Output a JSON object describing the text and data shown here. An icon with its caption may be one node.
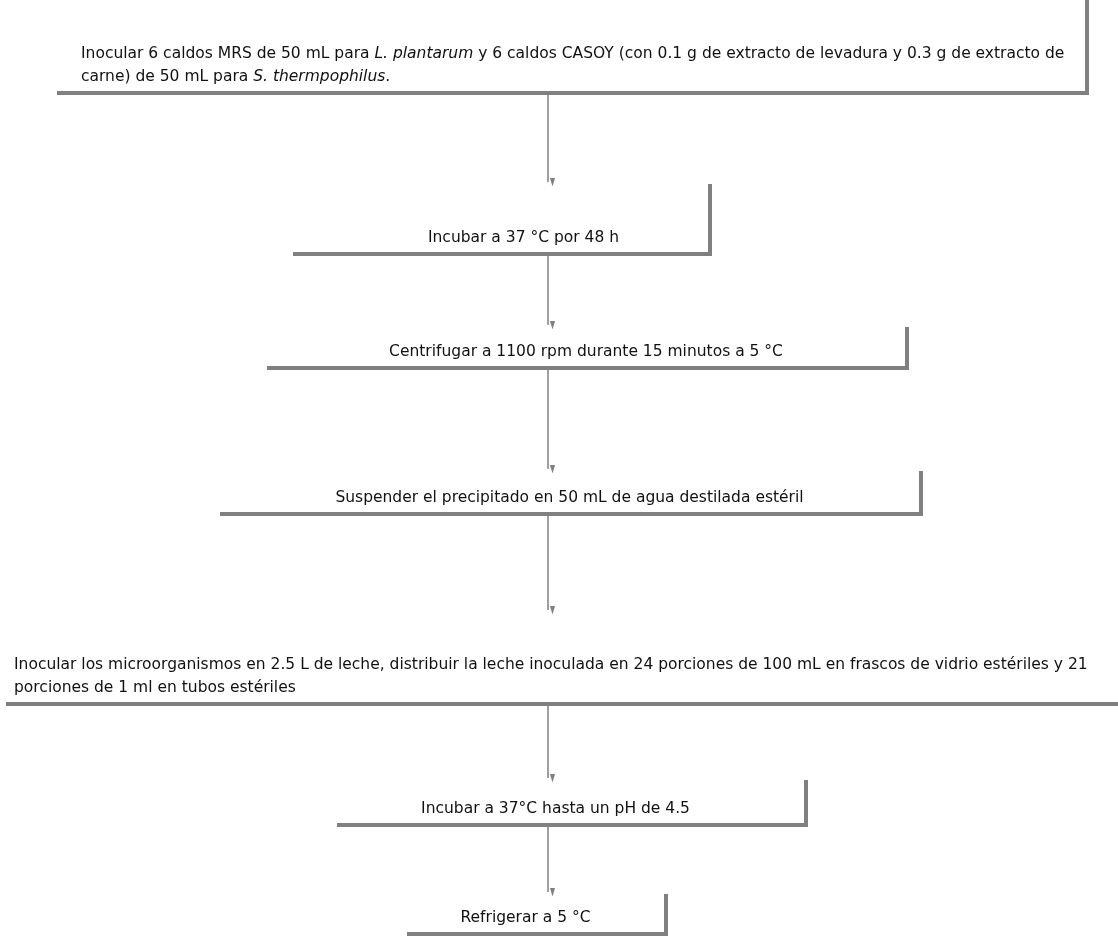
{
  "diagram": {
    "nodes": [
      {
        "text": [
          "Inocular 6 caldos MRS de 50 mL para *L. plantarum* y 6 caldos CASOY (con 0.1 g de extracto de levadura y 0.3 g de extracto de carne) de 50 mL para *S. thermpophilus*."
        ]
      },
      {
        "text": [
          "Incubar a 37 °C por 48 h"
        ]
      },
      {
        "text": [
          "Centrifugar a 1100 rpm durante 15 minutos a 5 °C"
        ]
      },
      {
        "text": [
          "Suspender el precipitado en 50 mL de agua destilada estéril"
        ]
      },
      {
        "text": [
          "Inocular los microorganismos en 2.5 L de leche, distribuir la leche inoculada en 24 porciones de 100 mL en frascos de vidrio estériles y 21 porciones de 1 ml en tubos estériles"
        ]
      },
      {
        "text": [
          "Incubar a 37°C hasta un pH de 4.5"
        ]
      },
      {
        "text": [
          "Refrigerar a 5 °C"
        ]
      }
    ],
    "edges": [
      {
        "from": 0,
        "to": 1,
        "arrow": "to"
      },
      {
        "from": 1,
        "to": 2,
        "arrow": "to"
      },
      {
        "from": 2,
        "to": 3,
        "arrow": "to"
      },
      {
        "from": 3,
        "to": 4,
        "arrow": "to"
      },
      {
        "from": 4,
        "to": 5,
        "arrow": "to"
      },
      {
        "from": 5,
        "to": 6,
        "arrow": "to"
      }
    ]
  }
}
